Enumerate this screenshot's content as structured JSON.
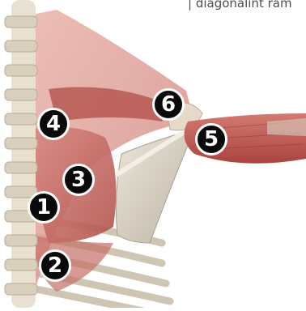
{
  "caption": "| diagonalint ram",
  "markers": [
    {
      "label": "1"
    },
    {
      "label": "2"
    },
    {
      "label": "3"
    },
    {
      "label": "4"
    },
    {
      "label": "5"
    },
    {
      "label": "6"
    }
  ],
  "colors": {
    "background": "#ffffff",
    "muscle": "#c2655e",
    "muscle_light": "#e2a49c",
    "bone": "#dcd3c2",
    "marker_fill": "#0a0a0a",
    "marker_text": "#ffffff"
  }
}
